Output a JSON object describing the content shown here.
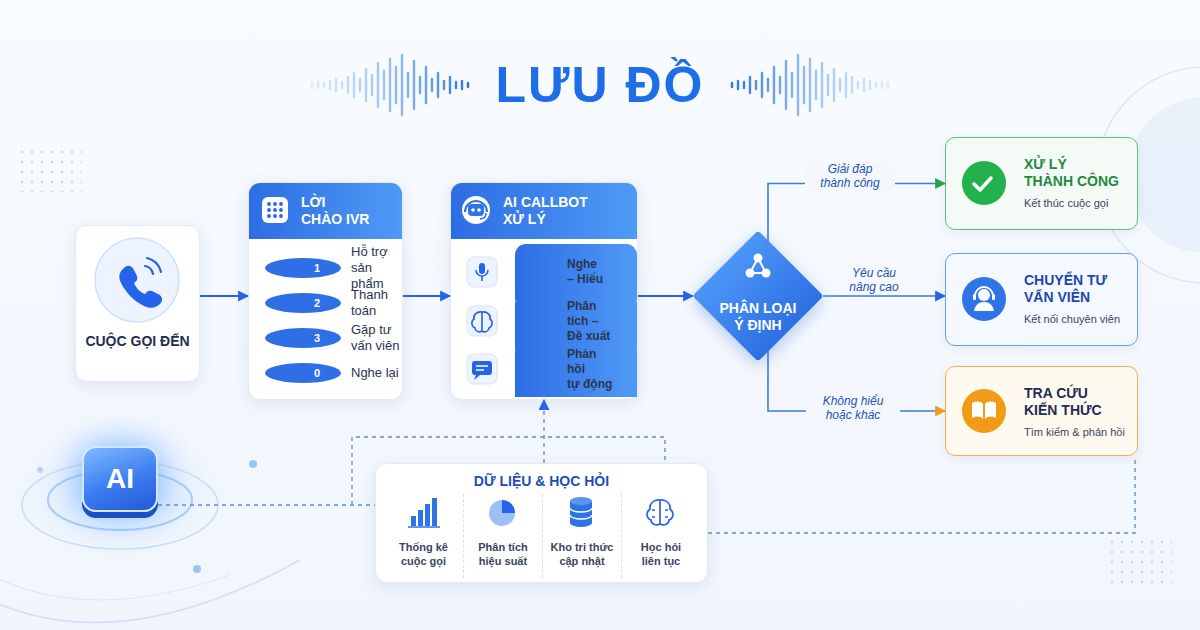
{
  "diagram": {
    "title": "LƯU ĐỒ",
    "nodes": [
      {
        "text": [
          "CUỘC GỌI ĐẾN"
        ]
      },
      {
        "text": [
          "LỜI CHÀO IVR"
        ]
      },
      {
        "text": [
          "1",
          "Hỗ trợ sản phẩm"
        ],
        "in": 1
      },
      {
        "text": [
          "2",
          "Thanh toán"
        ],
        "in": 1
      },
      {
        "text": [
          "3",
          "Gặp tư vấn viên"
        ],
        "in": 1
      },
      {
        "text": [
          "0",
          "Nghe lại"
        ],
        "in": 1
      },
      {
        "text": [
          "AI CALLBOT XỬ LÝ"
        ]
      },
      {
        "text": [
          "Nghe – Hiểu"
        ],
        "in": 6
      },
      {
        "text": [
          "Phân tích – Đề xuất"
        ],
        "in": 6
      },
      {
        "text": [
          "Phản hồi tự động"
        ],
        "in": 6
      },
      {
        "text": [
          "PHÂN LOẠI Ý ĐỊNH"
        ]
      },
      {
        "text": [
          "XỬ LÝ THÀNH CÔNG",
          "Kết thúc cuộc gọi"
        ]
      },
      {
        "text": [
          "CHUYỂN TƯ VẤN VIÊN",
          "Kết nối chuyên viên"
        ]
      },
      {
        "text": [
          "TRA CỨU KIẾN THỨC",
          "Tìm kiếm & phản hồi"
        ]
      },
      {
        "text": [
          "AI"
        ]
      },
      {
        "text": [
          "DỮ LIỆU & HỌC HỎI"
        ]
      },
      {
        "text": [
          "Thống kê cuộc gọi"
        ],
        "in": 15
      },
      {
        "text": [
          "Phân tích hiệu suất"
        ],
        "in": 15
      },
      {
        "text": [
          "Kho tri thức cập nhật"
        ],
        "in": 15
      },
      {
        "text": [
          "Học hỏi liên tục"
        ],
        "in": 15
      }
    ],
    "edges": [
      {
        "from": 0,
        "to": 1,
        "arrow": "to"
      },
      {
        "from": 1,
        "to": 6,
        "arrow": "to"
      },
      {
        "from": 6,
        "to": 10,
        "arrow": "to"
      },
      {
        "from": 10,
        "to": 11,
        "label": "Giải đáp thành công",
        "arrow": "to"
      },
      {
        "from": 10,
        "to": 12,
        "label": "Yêu cầu nâng cao",
        "arrow": "to"
      },
      {
        "from": 10,
        "to": 13,
        "label": "Không hiểu hoặc khác",
        "arrow": "to"
      },
      {
        "from": 14,
        "to": 15,
        "arrow": "none"
      },
      {
        "from": 15,
        "to": 6,
        "arrow": "to"
      },
      {
        "from": 15,
        "to": 13,
        "arrow": "none"
      }
    ]
  }
}
